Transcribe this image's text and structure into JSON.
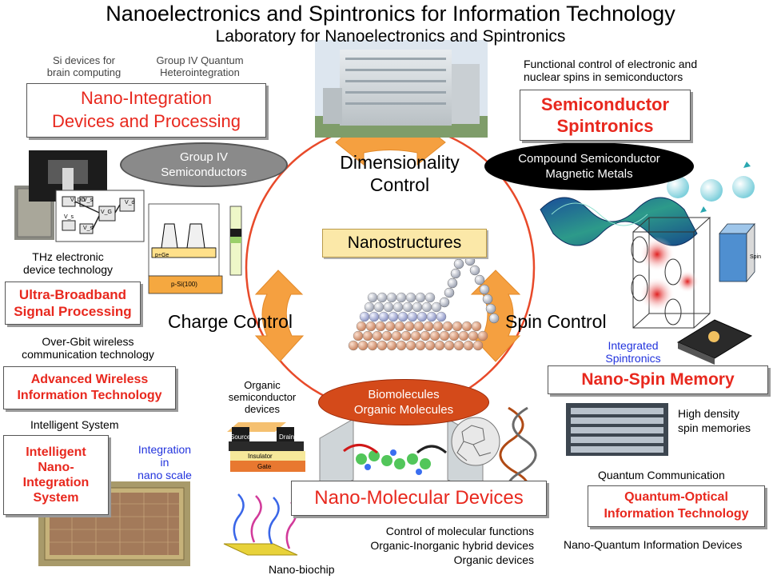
{
  "header": {
    "title": "Nanoelectronics and Spintronics for Information Technology",
    "subtitle": "Laboratory for Nanoelectronics and Spintronics"
  },
  "center": {
    "nanostructures": "Nanostructures",
    "dimensionality_line1": "Dimensionality",
    "dimensionality_line2": "Control",
    "charge_control": "Charge Control",
    "spin_control": "Spin Control"
  },
  "ellipses": {
    "group_iv_line1": "Group IV",
    "group_iv_line2": "Semiconductors",
    "compound_line1": "Compound Semiconductor",
    "compound_line2": "Magnetic Metals",
    "bio_line1": "Biomolecules",
    "bio_line2": "Organic Molecules"
  },
  "left": {
    "si_devices_line1": "Si devices for",
    "si_devices_line2": "brain computing",
    "group_iv_q_line1": "Group IV Quantum",
    "group_iv_q_line2": "Heterointegration",
    "nano_integration_line1": "Nano-Integration",
    "nano_integration_line2": "Devices and Processing",
    "thz_line1": "THz electronic",
    "thz_line2": "device technology",
    "ultra_line1": "Ultra-Broadband",
    "ultra_line2": "Signal Processing",
    "overgbit_line1": "Over-Gbit wireless",
    "overgbit_line2": "communication technology",
    "wireless_line1": "Advanced Wireless",
    "wireless_line2": "Information Technology",
    "intelligent_system_label": "Intelligent System",
    "intelligent_line1": "Intelligent",
    "intelligent_line2": "Nano-",
    "intelligent_line3": "Integration",
    "intelligent_line4": "System",
    "integration_line1": "Integration",
    "integration_line2": "in",
    "integration_line3": "nano scale"
  },
  "right": {
    "functional_line1": "Functional control of electronic and",
    "functional_line2": "nuclear spins in semiconductors",
    "semi_spin_line1": "Semiconductor",
    "semi_spin_line2": "Spintronics",
    "integrated_line1": "Integrated",
    "integrated_line2": "Spintronics",
    "nanospin": "Nano-Spin Memory",
    "high_density_line1": "High density",
    "high_density_line2": "spin memories",
    "quantum_comm": "Quantum Communication",
    "quantum_optical_line1": "Quantum-Optical",
    "quantum_optical_line2": "Information Technology",
    "nano_quantum": "Nano-Quantum Information Devices"
  },
  "bottom": {
    "organic_line1": "Organic",
    "organic_line2": "semiconductor",
    "organic_line3": "devices",
    "source": "Source",
    "drain": "Drain",
    "insulator": "Insulator",
    "gate": "Gate",
    "nano_molecular": "Nano-Molecular Devices",
    "control_line1": "Control of molecular functions",
    "control_line2": "Organic-Inorganic hybrid devices",
    "control_line3": "Organic devices",
    "nanobiochip": "Nano-biochip"
  },
  "figure_labels": {
    "v_labels": [
      "V_DD",
      "V_s",
      "V_s",
      "V_G",
      "V_d",
      "V_s"
    ],
    "substrate": "p-Si(100)",
    "pge": "p+Ge",
    "spin_label": "Spin"
  },
  "colors": {
    "red_title": "#e8281e",
    "blue_text": "#2233dd",
    "arrow_orange": "#f5a040",
    "ring_red": "#e84a2a",
    "nano_box": "#fbe8a8"
  }
}
